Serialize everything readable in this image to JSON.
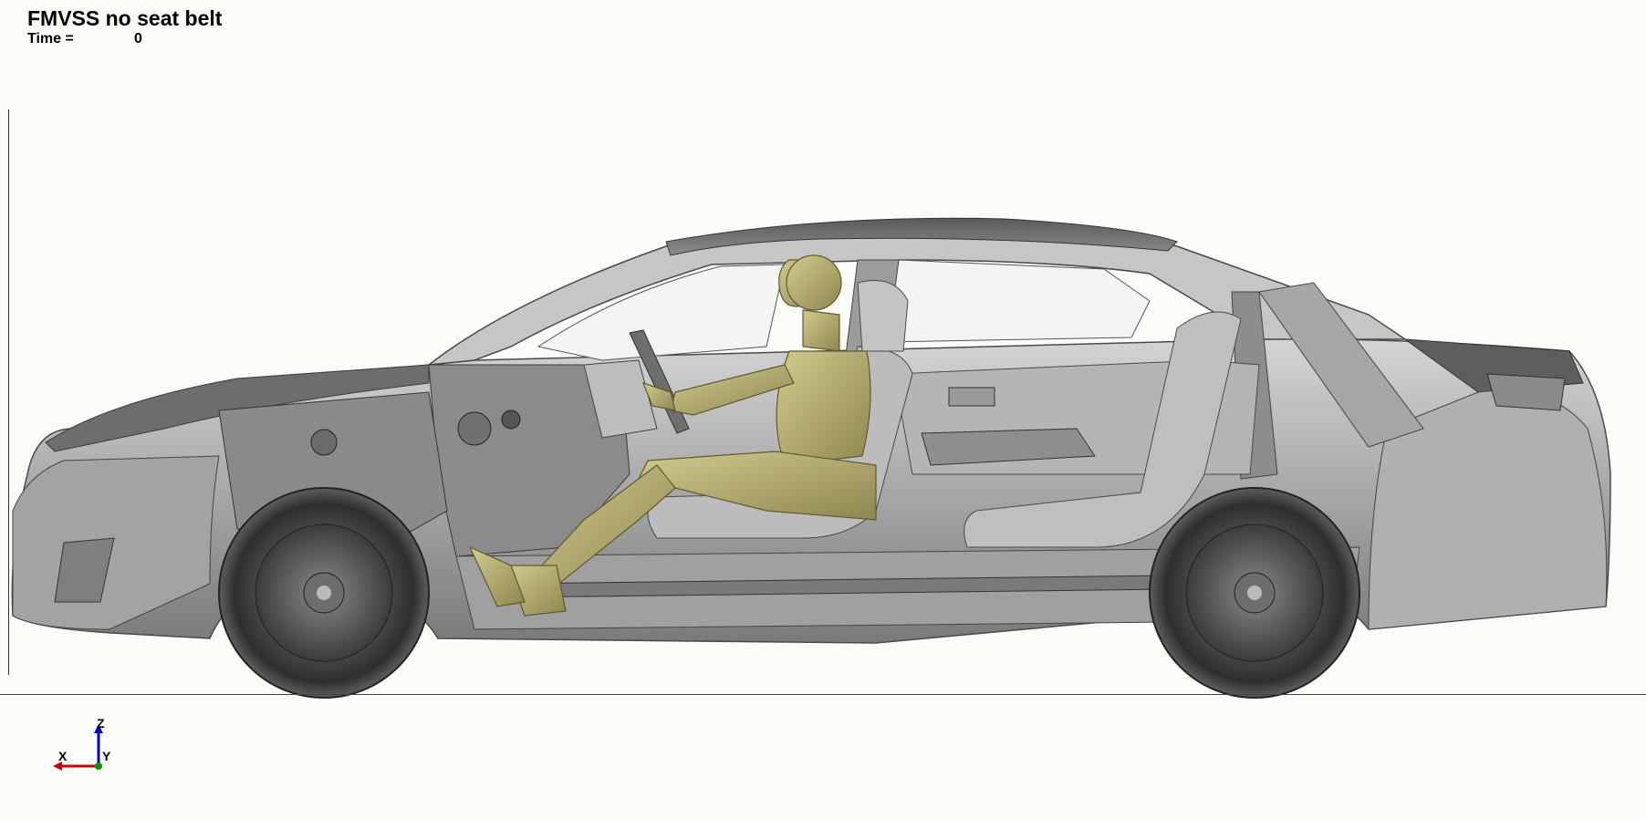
{
  "viewport": {
    "title": "FMVSS no seat belt",
    "time_label": "Time =",
    "time_value": "0"
  },
  "axis_triad": {
    "x_label": "X",
    "y_label": "Y",
    "z_label": "Z"
  },
  "colors": {
    "background": "#fbfbf8",
    "car_body": "#9a9a9a",
    "car_dark": "#555555",
    "dummy": "#b9b170",
    "x_axis": "#cc0000",
    "z_axis": "#0000cc",
    "y_axis": "#009900"
  }
}
